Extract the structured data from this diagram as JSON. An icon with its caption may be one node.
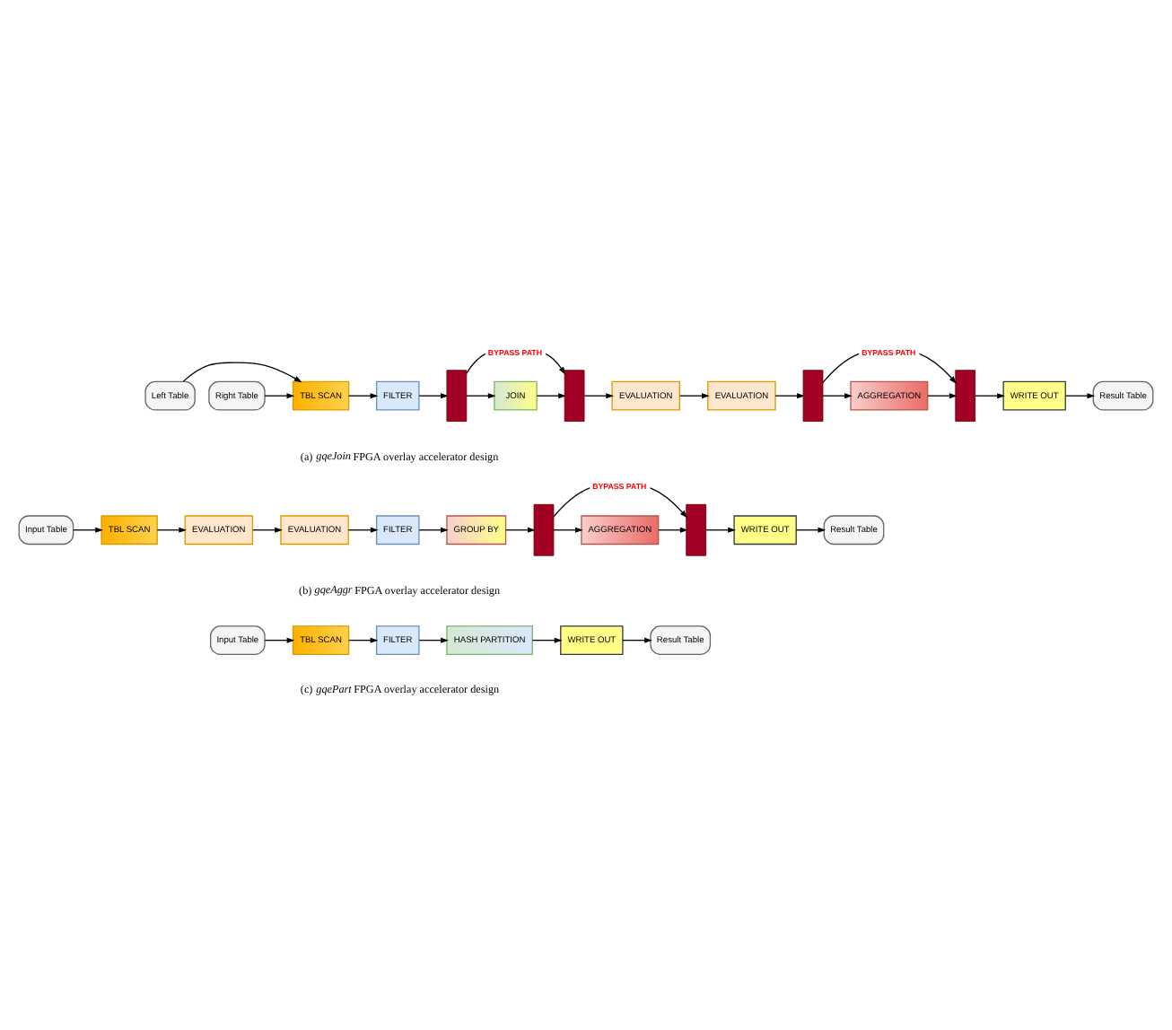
{
  "diagram": {
    "nodes": [
      {
        "text": [
          "Left Table"
        ]
      },
      {
        "text": [
          "Right Table"
        ]
      },
      {
        "text": [
          "TBL SCAN"
        ]
      },
      {
        "text": [
          "FILTER"
        ]
      },
      {
        "text": [],
        "shape": "trapezoid"
      },
      {
        "text": [
          "JOIN"
        ]
      },
      {
        "text": [],
        "shape": "trapezoid"
      },
      {
        "text": [
          "EVALUATION"
        ]
      },
      {
        "text": [
          "EVALUATION"
        ]
      },
      {
        "text": [],
        "shape": "trapezoid"
      },
      {
        "text": [
          "AGGREGATION"
        ]
      },
      {
        "text": [],
        "shape": "trapezoid"
      },
      {
        "text": [
          "WRITE OUT"
        ]
      },
      {
        "text": [
          "Result Table"
        ]
      },
      {
        "text": [
          "Input Table"
        ]
      },
      {
        "text": [
          "TBL SCAN"
        ]
      },
      {
        "text": [
          "EVALUATION"
        ]
      },
      {
        "text": [
          "EVALUATION"
        ]
      },
      {
        "text": [
          "FILTER"
        ]
      },
      {
        "text": [
          "GROUP BY"
        ]
      },
      {
        "text": [],
        "shape": "trapezoid"
      },
      {
        "text": [
          "AGGREGATION"
        ]
      },
      {
        "text": [],
        "shape": "trapezoid"
      },
      {
        "text": [
          "WRITE OUT"
        ]
      },
      {
        "text": [
          "Result Table"
        ]
      },
      {
        "text": [
          "Input Table"
        ]
      },
      {
        "text": [
          "TBL SCAN"
        ]
      },
      {
        "text": [
          "FILTER"
        ]
      },
      {
        "text": [
          "HASH PARTITION"
        ]
      },
      {
        "text": [
          "WRITE OUT"
        ]
      },
      {
        "text": [
          "Result Table"
        ]
      }
    ],
    "edges": [
      {
        "from": 0,
        "to": 2,
        "arrow": "to"
      },
      {
        "from": 1,
        "to": 2,
        "arrow": "to"
      },
      {
        "from": 2,
        "to": 3,
        "arrow": "to"
      },
      {
        "from": 3,
        "to": 4,
        "arrow": "to"
      },
      {
        "from": 4,
        "to": 6,
        "arrow": "to",
        "label": "BYPASS PATH"
      },
      {
        "from": 4,
        "to": 5,
        "arrow": "to"
      },
      {
        "from": 5,
        "to": 6,
        "arrow": "to"
      },
      {
        "from": 6,
        "to": 7,
        "arrow": "to"
      },
      {
        "from": 7,
        "to": 8,
        "arrow": "to"
      },
      {
        "from": 8,
        "to": 9,
        "arrow": "to"
      },
      {
        "from": 9,
        "to": 11,
        "arrow": "to",
        "label": "BYPASS PATH"
      },
      {
        "from": 9,
        "to": 10,
        "arrow": "to"
      },
      {
        "from": 10,
        "to": 11,
        "arrow": "to"
      },
      {
        "from": 11,
        "to": 12,
        "arrow": "to"
      },
      {
        "from": 12,
        "to": 13,
        "arrow": "to"
      },
      {
        "from": 14,
        "to": 15,
        "arrow": "to"
      },
      {
        "from": 15,
        "to": 16,
        "arrow": "to"
      },
      {
        "from": 16,
        "to": 17,
        "arrow": "to"
      },
      {
        "from": 17,
        "to": 18,
        "arrow": "to"
      },
      {
        "from": 18,
        "to": 19,
        "arrow": "to"
      },
      {
        "from": 19,
        "to": 20,
        "arrow": "to"
      },
      {
        "from": 20,
        "to": 22,
        "arrow": "to",
        "label": "BYPASS PATH"
      },
      {
        "from": 20,
        "to": 21,
        "arrow": "to"
      },
      {
        "from": 21,
        "to": 22,
        "arrow": "to"
      },
      {
        "from": 22,
        "to": 23,
        "arrow": "to"
      },
      {
        "from": 23,
        "to": 24,
        "arrow": "to"
      },
      {
        "from": 25,
        "to": 26,
        "arrow": "to"
      },
      {
        "from": 26,
        "to": 27,
        "arrow": "to"
      },
      {
        "from": 27,
        "to": 28,
        "arrow": "to"
      },
      {
        "from": 28,
        "to": 29,
        "arrow": "to"
      },
      {
        "from": 29,
        "to": 30,
        "arrow": "to"
      }
    ],
    "labels": [
      "(a) *gqeJoin* FPGA overlay accelerator design",
      "(b) *gqeAggr* FPGA overlay accelerator design",
      "(c) *gqePart* FPGA overlay accelerator design"
    ]
  }
}
